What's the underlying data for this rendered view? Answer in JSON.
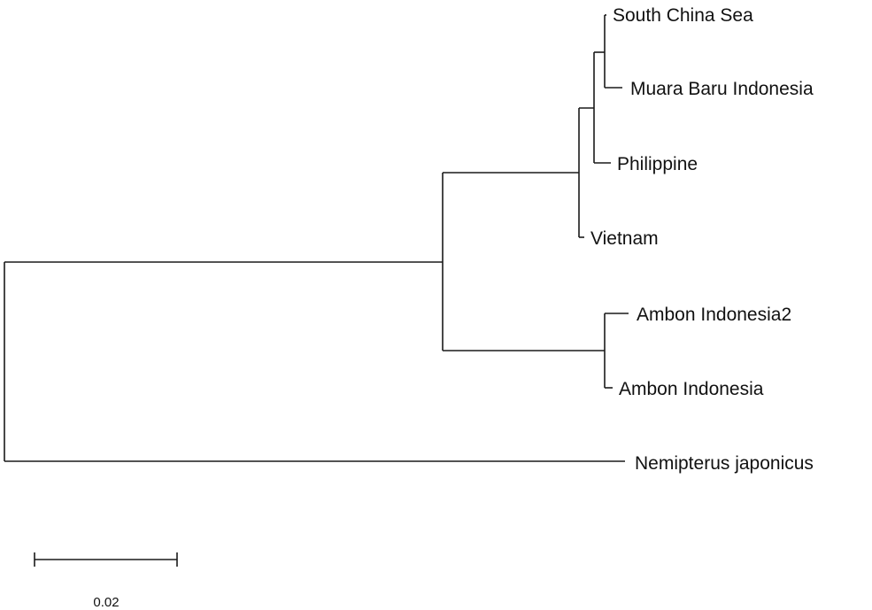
{
  "tree": {
    "leaves": [
      {
        "id": "scs",
        "label": "South China Sea"
      },
      {
        "id": "muara",
        "label": "Muara Baru Indonesia"
      },
      {
        "id": "phil",
        "label": "Philippine"
      },
      {
        "id": "viet",
        "label": "Vietnam"
      },
      {
        "id": "ambon2",
        "label": "Ambon Indonesia2"
      },
      {
        "id": "ambon",
        "label": "Ambon Indonesia"
      },
      {
        "id": "nemi",
        "label": "Nemipterus japonicus"
      }
    ],
    "scale_bar": {
      "value": 0.02,
      "label": "0.02"
    }
  },
  "colors": {
    "branch": "#1a1a1a",
    "text": "#111111",
    "background": "#ffffff"
  }
}
